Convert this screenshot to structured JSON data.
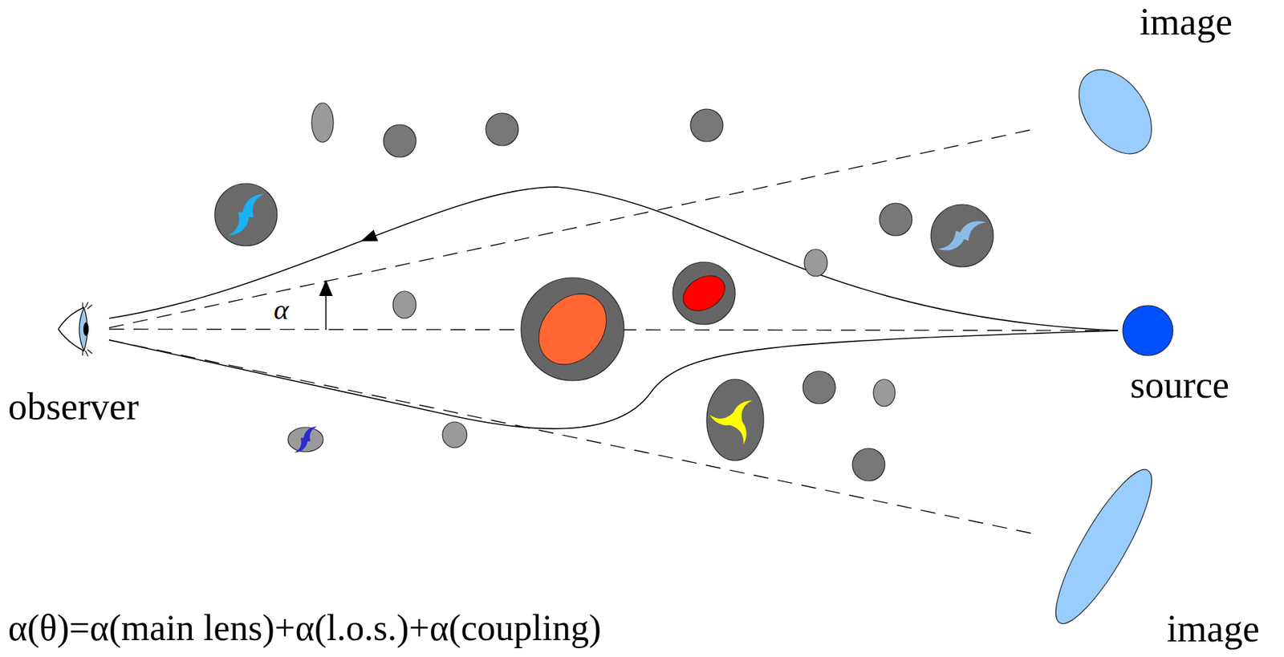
{
  "diagram": {
    "nodes": [
      {
        "text": [
          "observer"
        ]
      },
      {
        "text": [
          "image"
        ]
      },
      {
        "text": [
          "source"
        ]
      },
      {
        "text": [
          "image"
        ]
      }
    ],
    "edges": [
      {
        "from": 2,
        "to": 0,
        "arrow": "to"
      },
      {
        "from": 2,
        "to": 0,
        "arrow": "none"
      },
      {
        "from": 0,
        "to": 2,
        "arrow": "none"
      },
      {
        "from": 0,
        "to": 1,
        "arrow": "none"
      },
      {
        "from": 0,
        "to": 3,
        "arrow": "none"
      }
    ],
    "labels": [
      "α",
      "α(θ)=α(main lens)+α(l.o.s.)+α(coupling)"
    ]
  }
}
